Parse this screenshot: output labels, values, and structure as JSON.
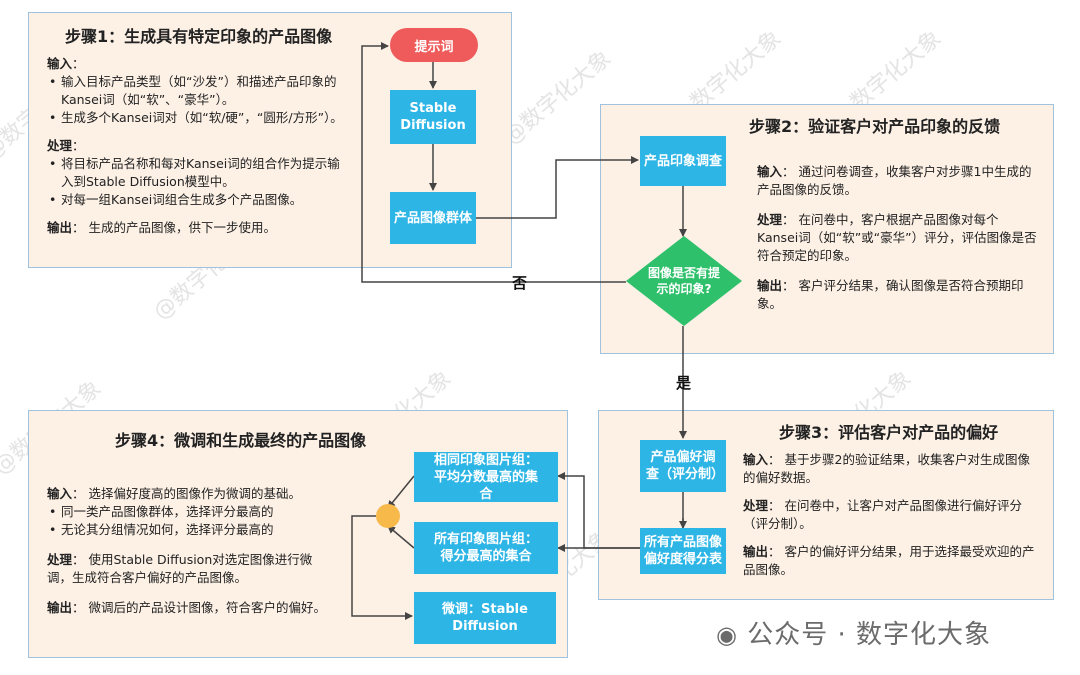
{
  "step1": {
    "title": "步骤1：生成具有特定印象的产品图像",
    "input_label": "输入",
    "input_colon": "：",
    "input_b1": "输入目标产品类型（如“沙发”）和描述产品印象的Kansei词（如“软”、“豪华”）。",
    "input_b2": "生成多个Kansei词对（如“软/硬”，“圆形/方形”）。",
    "process_label": "处理",
    "process_colon": "：",
    "process_b1": "将目标产品名称和每对Kansei词的组合作为提示输入到Stable Diffusion模型中。",
    "process_b2": "对每一组Kansei词组合生成多个产品图像。",
    "output_label": "输出",
    "output_text": "： 生成的产品图像，供下一步使用。"
  },
  "flow": {
    "prompt": "提示词",
    "sd": "Stable Diffusion",
    "group": "产品图像群体",
    "survey": "产品印象调查",
    "decision": "图像是否有提示的印象?",
    "no": "否",
    "yes": "是",
    "pref_survey": "产品偏好调查（评分制）",
    "pref_table": "所有产品图像偏好度得分表",
    "same_group": "相同印象图片组：平均分数最高的集合",
    "all_group": "所有印象图片组：得分最高的集合",
    "finetune": "微调：Stable Diffusion"
  },
  "step2": {
    "title": "步骤2：验证客户对产品印象的反馈",
    "input_label": "输入",
    "input_text": "： 通过问卷调查，收集客户对步骤1中生成的产品图像的反馈。",
    "process_label": "处理",
    "process_text": "： 在问卷中，客户根据产品图像对每个Kansei词（如“软”或“豪华”）评分，评估图像是否符合预定的印象。",
    "output_label": "输出",
    "output_text": "： 客户评分结果，确认图像是否符合预期印象。"
  },
  "step3": {
    "title": "步骤3：评估客户对产品的偏好",
    "input_label": "输入",
    "input_text": "： 基于步骤2的验证结果，收集客户对生成图像的偏好数据。",
    "process_label": "处理",
    "process_text": "： 在问卷中，让客户对产品图像进行偏好评分（评分制）。",
    "output_label": "输出",
    "output_text": "： 客户的偏好评分结果，用于选择最受欢迎的产品图像。"
  },
  "step4": {
    "title": "步骤4：微调和生成最终的产品图像",
    "input_label": "输入",
    "input_text": "： 选择偏好度高的图像作为微调的基础。",
    "input_b1": "同一类产品图像群体，选择评分最高的",
    "input_b2": "无论其分组情况如何，选择评分最高的",
    "process_label": "处理",
    "process_text": "： 使用Stable Diffusion对选定图像进行微调，生成符合客户偏好的产品图像。",
    "output_label": "输出",
    "output_text": "： 微调后的产品设计图像，符合客户的偏好。"
  },
  "watermark": "@数字化大象",
  "logo": "公众号 · 数字化大象",
  "colors": {
    "box": "#2db5e6",
    "pill": "#ef5a5a",
    "diamond": "#2ec06a",
    "junction": "#f7b94a",
    "panel": "#fdf1e6",
    "panel_border": "#9fc3de"
  }
}
